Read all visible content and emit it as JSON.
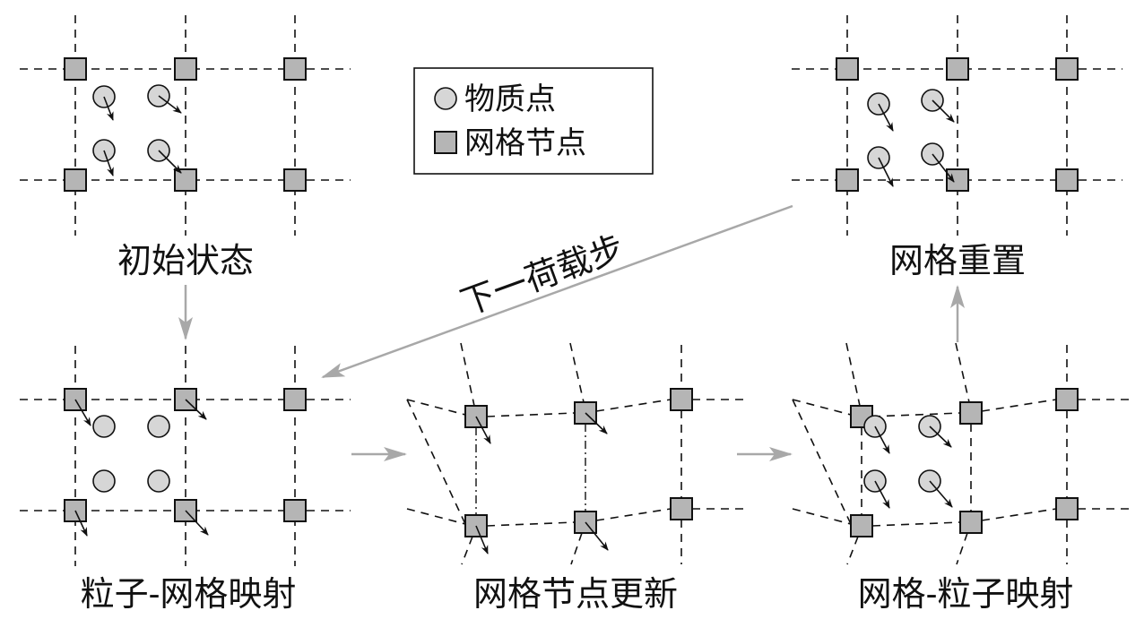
{
  "legend": {
    "items": [
      {
        "symbol": "circle",
        "label": "物质点"
      },
      {
        "symbol": "square",
        "label": "网格节点"
      }
    ]
  },
  "panels": [
    {
      "id": "initial",
      "caption": "初始状态"
    },
    {
      "id": "grid-reset",
      "caption": "网格重置"
    },
    {
      "id": "particle-to-grid",
      "caption": "粒子-网格映射"
    },
    {
      "id": "grid-node-update",
      "caption": "网格节点更新"
    },
    {
      "id": "grid-to-particle",
      "caption": "网格-粒子映射"
    }
  ],
  "flow": {
    "next_load_step_label": "下一荷载步"
  },
  "colors": {
    "node_fill": "#b5b5b5",
    "particle_fill": "#d6d6d6",
    "flow_arrow": "#a8a8a8",
    "stroke": "#111111"
  }
}
